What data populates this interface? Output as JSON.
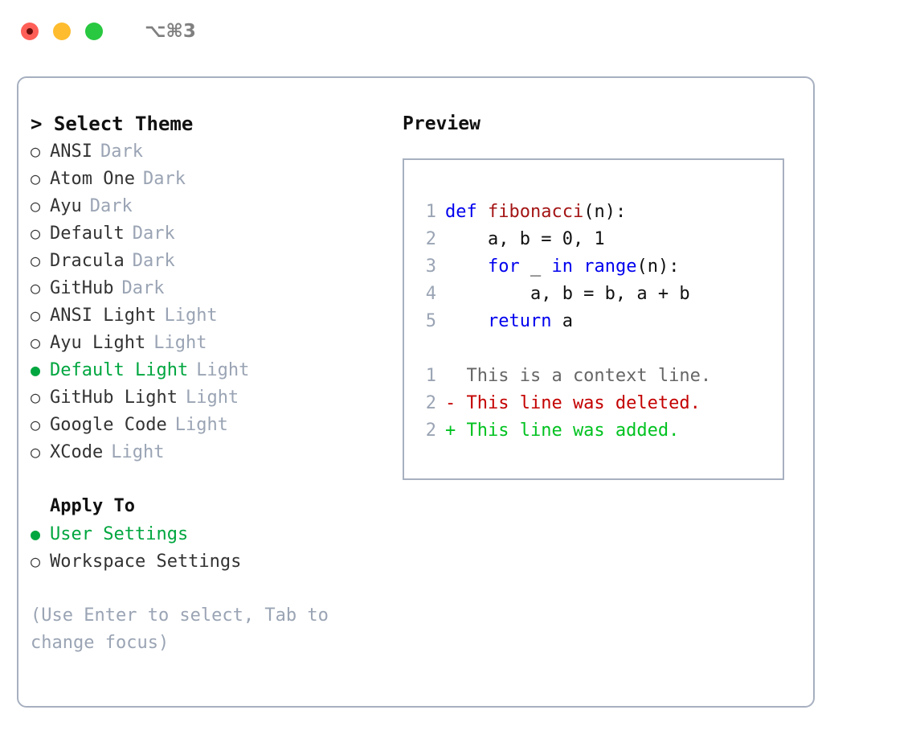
{
  "window": {
    "title": "⌥⌘3",
    "traffic_lights": [
      {
        "name": "close",
        "color": "#ff5f57"
      },
      {
        "name": "minimize",
        "color": "#febc2e"
      },
      {
        "name": "maximize",
        "color": "#28c840"
      }
    ]
  },
  "theme_picker": {
    "heading": "> Select Theme",
    "bullet_unselected": "○",
    "bullet_selected": "●",
    "selected_color": "#00a63f",
    "tag_color": "#9aa4b4",
    "items": [
      {
        "label": "ANSI",
        "tag": "Dark",
        "selected": false
      },
      {
        "label": "Atom One",
        "tag": "Dark",
        "selected": false
      },
      {
        "label": "Ayu",
        "tag": "Dark",
        "selected": false
      },
      {
        "label": "Default",
        "tag": "Dark",
        "selected": false
      },
      {
        "label": "Dracula",
        "tag": "Dark",
        "selected": false
      },
      {
        "label": "GitHub",
        "tag": "Dark",
        "selected": false
      },
      {
        "label": "ANSI Light",
        "tag": "Light",
        "selected": false
      },
      {
        "label": "Ayu Light",
        "tag": "Light",
        "selected": false
      },
      {
        "label": "Default Light",
        "tag": "Light",
        "selected": true
      },
      {
        "label": "GitHub Light",
        "tag": "Light",
        "selected": false
      },
      {
        "label": "Google Code",
        "tag": "Light",
        "selected": false
      },
      {
        "label": "XCode",
        "tag": "Light",
        "selected": false
      }
    ]
  },
  "apply_to": {
    "heading": "Apply To",
    "items": [
      {
        "label": "User Settings",
        "selected": true
      },
      {
        "label": "Workspace Settings",
        "selected": false
      }
    ]
  },
  "hint": "(Use Enter to select, Tab to change focus)",
  "preview": {
    "title": "Preview",
    "code_lines": [
      {
        "num": "1",
        "parts": [
          {
            "text": "def ",
            "style": "kw"
          },
          {
            "text": "fibonacci",
            "style": "fn"
          },
          {
            "text": "(n):",
            "style": "plain"
          }
        ]
      },
      {
        "num": "2",
        "parts": [
          {
            "text": "    a, b = 0, 1",
            "style": "plain"
          }
        ]
      },
      {
        "num": "3",
        "parts": [
          {
            "text": "    ",
            "style": "plain"
          },
          {
            "text": "for",
            "style": "kw"
          },
          {
            "text": " _ ",
            "style": "plain"
          },
          {
            "text": "in range",
            "style": "kw"
          },
          {
            "text": "(n):",
            "style": "plain"
          }
        ]
      },
      {
        "num": "4",
        "parts": [
          {
            "text": "        a, b = b, a + b",
            "style": "plain"
          }
        ]
      },
      {
        "num": "5",
        "parts": [
          {
            "text": "    ",
            "style": "plain"
          },
          {
            "text": "return",
            "style": "kw"
          },
          {
            "text": " a",
            "style": "plain"
          }
        ]
      }
    ],
    "diff_lines": [
      {
        "num": "1",
        "text": "  This is a context line.",
        "style": "ctx"
      },
      {
        "num": "2",
        "text": "- This line was deleted.",
        "style": "del"
      },
      {
        "num": "2",
        "text": "+ This line was added.",
        "style": "add"
      }
    ]
  }
}
